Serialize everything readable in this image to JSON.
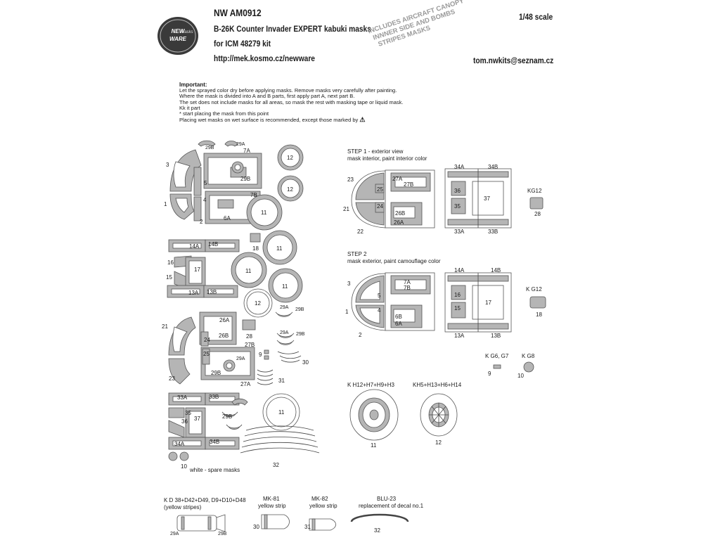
{
  "header": {
    "code": "NW AM0912",
    "title": "B-26K Counter Invader EXPERT kabuki masks",
    "kit": "for ICM 48279 kit",
    "url": "http://mek.kosmo.cz/newware",
    "scale": "1/48 scale",
    "email": "tom.nwkits@seznam.cz",
    "logo_text": [
      "NEW",
      "Masks",
      "WARE"
    ],
    "stamp": [
      "INCLUDES AIRCRAFT CANOPY",
      "INNNER SIDE  AND BOMBS",
      "STRIPES MASKS"
    ]
  },
  "notes": [
    "Important:",
    "Let the sprayed color dry before applying masks. Remove masks very carefully after painting.",
    "Where the mask is divided into A and B parts, first apply part A, next part B.",
    "The set does not include masks for all areas, so mask the rest with masking tape or liquid mask.",
    "Kk it part",
    "* start placing the mask from this point",
    "Placing wet masks on wet surface is recommended, except those marked by"
  ],
  "sheet_labels": {
    "n1": "1",
    "n2": "2",
    "n3": "3",
    "n4": "4",
    "n5": "5",
    "n6a": "6A",
    "n6b": "6B",
    "n7a": "7A",
    "n7b": "7B",
    "n9": "9",
    "n10": "10",
    "n11": "11",
    "n12": "12",
    "n13a": "13A",
    "n13b": "13B",
    "n14a": "14A",
    "n14b": "14B",
    "n15": "15",
    "n16": "16",
    "n17": "17",
    "n18": "18",
    "n21": "21",
    "n22": "22",
    "n23": "23",
    "n24": "24",
    "n25": "25",
    "n26a": "26A",
    "n26b": "26B",
    "n27a": "27A",
    "n27b": "27B",
    "n28": "28",
    "n29a": "29A",
    "n29b": "29B",
    "n30": "30",
    "n31": "31",
    "n32": "32",
    "n33a": "33A",
    "n33b": "33B",
    "n34a": "34A",
    "n34b": "34B",
    "n35": "35",
    "n36": "36",
    "n37": "37",
    "spare": "white - spare masks"
  },
  "steps": {
    "step1_title": "STEP 1 - exterior view",
    "step1_sub": "mask interior, paint interior color",
    "step2_title": "STEP 2",
    "step2_sub": "mask exterior, paint camouflage color",
    "kg12_a": "KG12",
    "kg12_b": "K G12",
    "kg6": "K G6, G7",
    "kg8": "K G8",
    "wheel1": "K H12+H7+H9+H3",
    "wheel2": "KH5+H13+H6+H14"
  },
  "bombs": {
    "b1_title": "K D 38+D42+D49, D9+D10+D48",
    "b1_sub": "(yellow stripes)",
    "b2_title": "MK-81",
    "b2_sub": "yellow strip",
    "b3_title": "MK-82",
    "b3_sub": "yellow strip",
    "b4_title": "BLU-23",
    "b4_sub": "replacement of decal no.1"
  }
}
